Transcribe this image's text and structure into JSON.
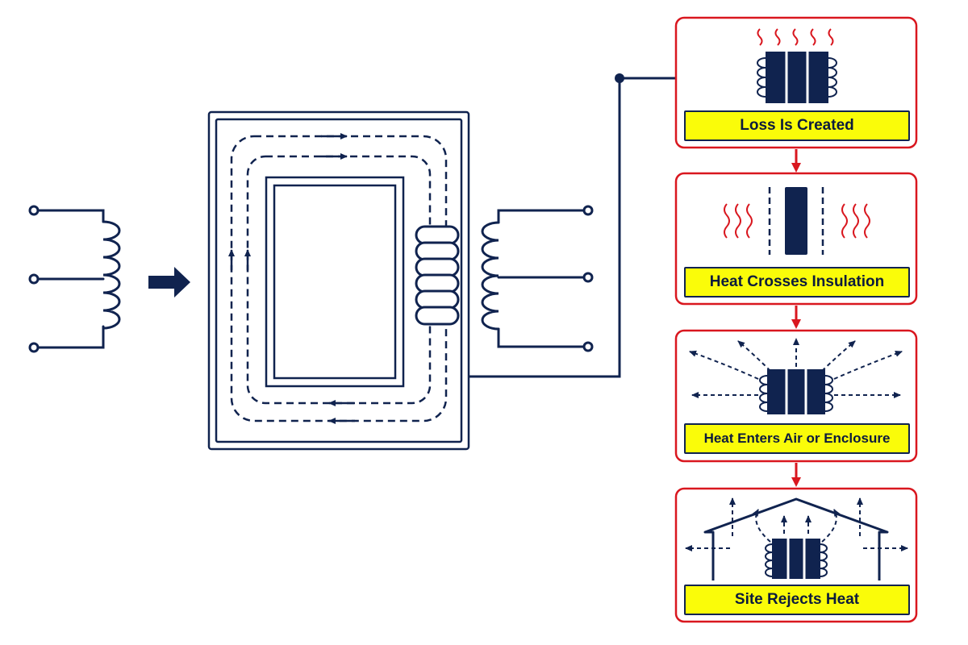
{
  "colors": {
    "navy": "#10234f",
    "heat_red": "#d9171f",
    "label_yellow": "#fafc09",
    "panel_border": "#d9171f"
  },
  "process_steps": [
    {
      "label": "Loss Is Created",
      "icon": "transformer-heat-waves-icon"
    },
    {
      "label": "Heat Crosses Insulation",
      "icon": "insulation-barrier-icon"
    },
    {
      "label": "Heat Enters Air or Enclosure",
      "icon": "radiating-heat-icon"
    },
    {
      "label": "Site Rejects Heat",
      "icon": "building-ventilation-icon"
    }
  ],
  "schematic": {
    "primary_winding_icon": "primary-coil-icon",
    "core_icon": "transformer-core-icon",
    "secondary_winding_icon": "secondary-coil-icon",
    "input_arrow_icon": "right-arrow-icon"
  }
}
